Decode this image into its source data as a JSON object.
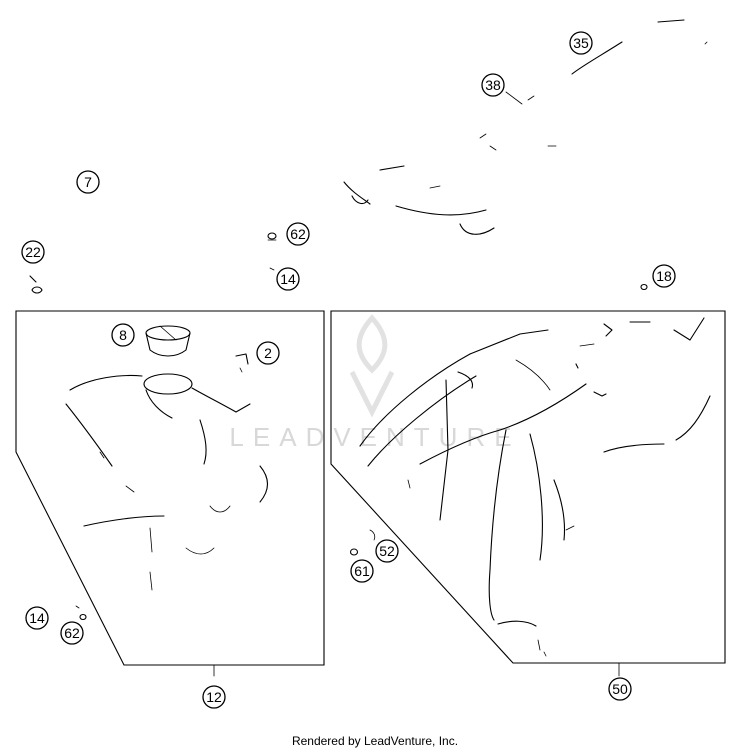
{
  "diagram": {
    "callouts": [
      "35",
      "38",
      "7",
      "62",
      "22",
      "14",
      "18",
      "8",
      "2",
      "14",
      "62",
      "12",
      "52",
      "61",
      "50"
    ],
    "watermark": "LEADVENTURE",
    "credit": "Rendered by LeadVenture, Inc."
  }
}
